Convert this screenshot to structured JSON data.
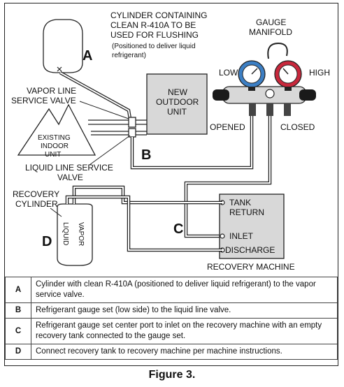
{
  "labels": {
    "cylinder_note": [
      "CYLINDER CONTAINING",
      "CLEAN R-410A TO BE",
      "USED FOR FLUSHING",
      "(Positioned to deliver liquid",
      "refrigerant)"
    ],
    "gauge_manifold": [
      "GAUGE",
      "MANIFOLD"
    ],
    "low": "LOW",
    "high": "HIGH",
    "vapor_line_valve": [
      "VAPOR LINE",
      "SERVICE VALVE"
    ],
    "new_outdoor_unit": [
      "NEW",
      "OUTDOOR",
      "UNIT"
    ],
    "existing_indoor_unit": [
      "EXISTING",
      "INDOOR",
      "UNIT"
    ],
    "opened": "OPENED",
    "closed": "CLOSED",
    "liquid_line_valve": [
      "LIQUID LINE SERVICE",
      "VALVE"
    ],
    "recovery_cylinder": [
      "RECOVERY",
      "CYLINDER"
    ],
    "cylinder_ports": [
      "LIQUID",
      "VAPOR"
    ],
    "machine_ports": {
      "tank_return": [
        "TANK",
        "RETURN"
      ],
      "inlet": "INLET",
      "discharge": "DISCHARGE"
    },
    "recovery_machine": "RECOVERY MACHINE",
    "letters": [
      "A",
      "B",
      "C",
      "D"
    ]
  },
  "legend": [
    {
      "key": "A",
      "text": "Cylinder with clean R-410A (positioned to deliver liquid refrigerant) to the vapor service valve."
    },
    {
      "key": "B",
      "text": "Refrigerant gauge set (low side) to the liquid line valve."
    },
    {
      "key": "C",
      "text": "Refrigerant gauge set center port to inlet on the recovery machine with an empty recovery tank connected to the gauge set."
    },
    {
      "key": "D",
      "text": "Connect recovery tank to recovery machine per machine instructions."
    }
  ],
  "caption": "Figure 3.",
  "colors": {
    "low_gauge": "#3c7fc4",
    "high_gauge": "#c8283c"
  }
}
